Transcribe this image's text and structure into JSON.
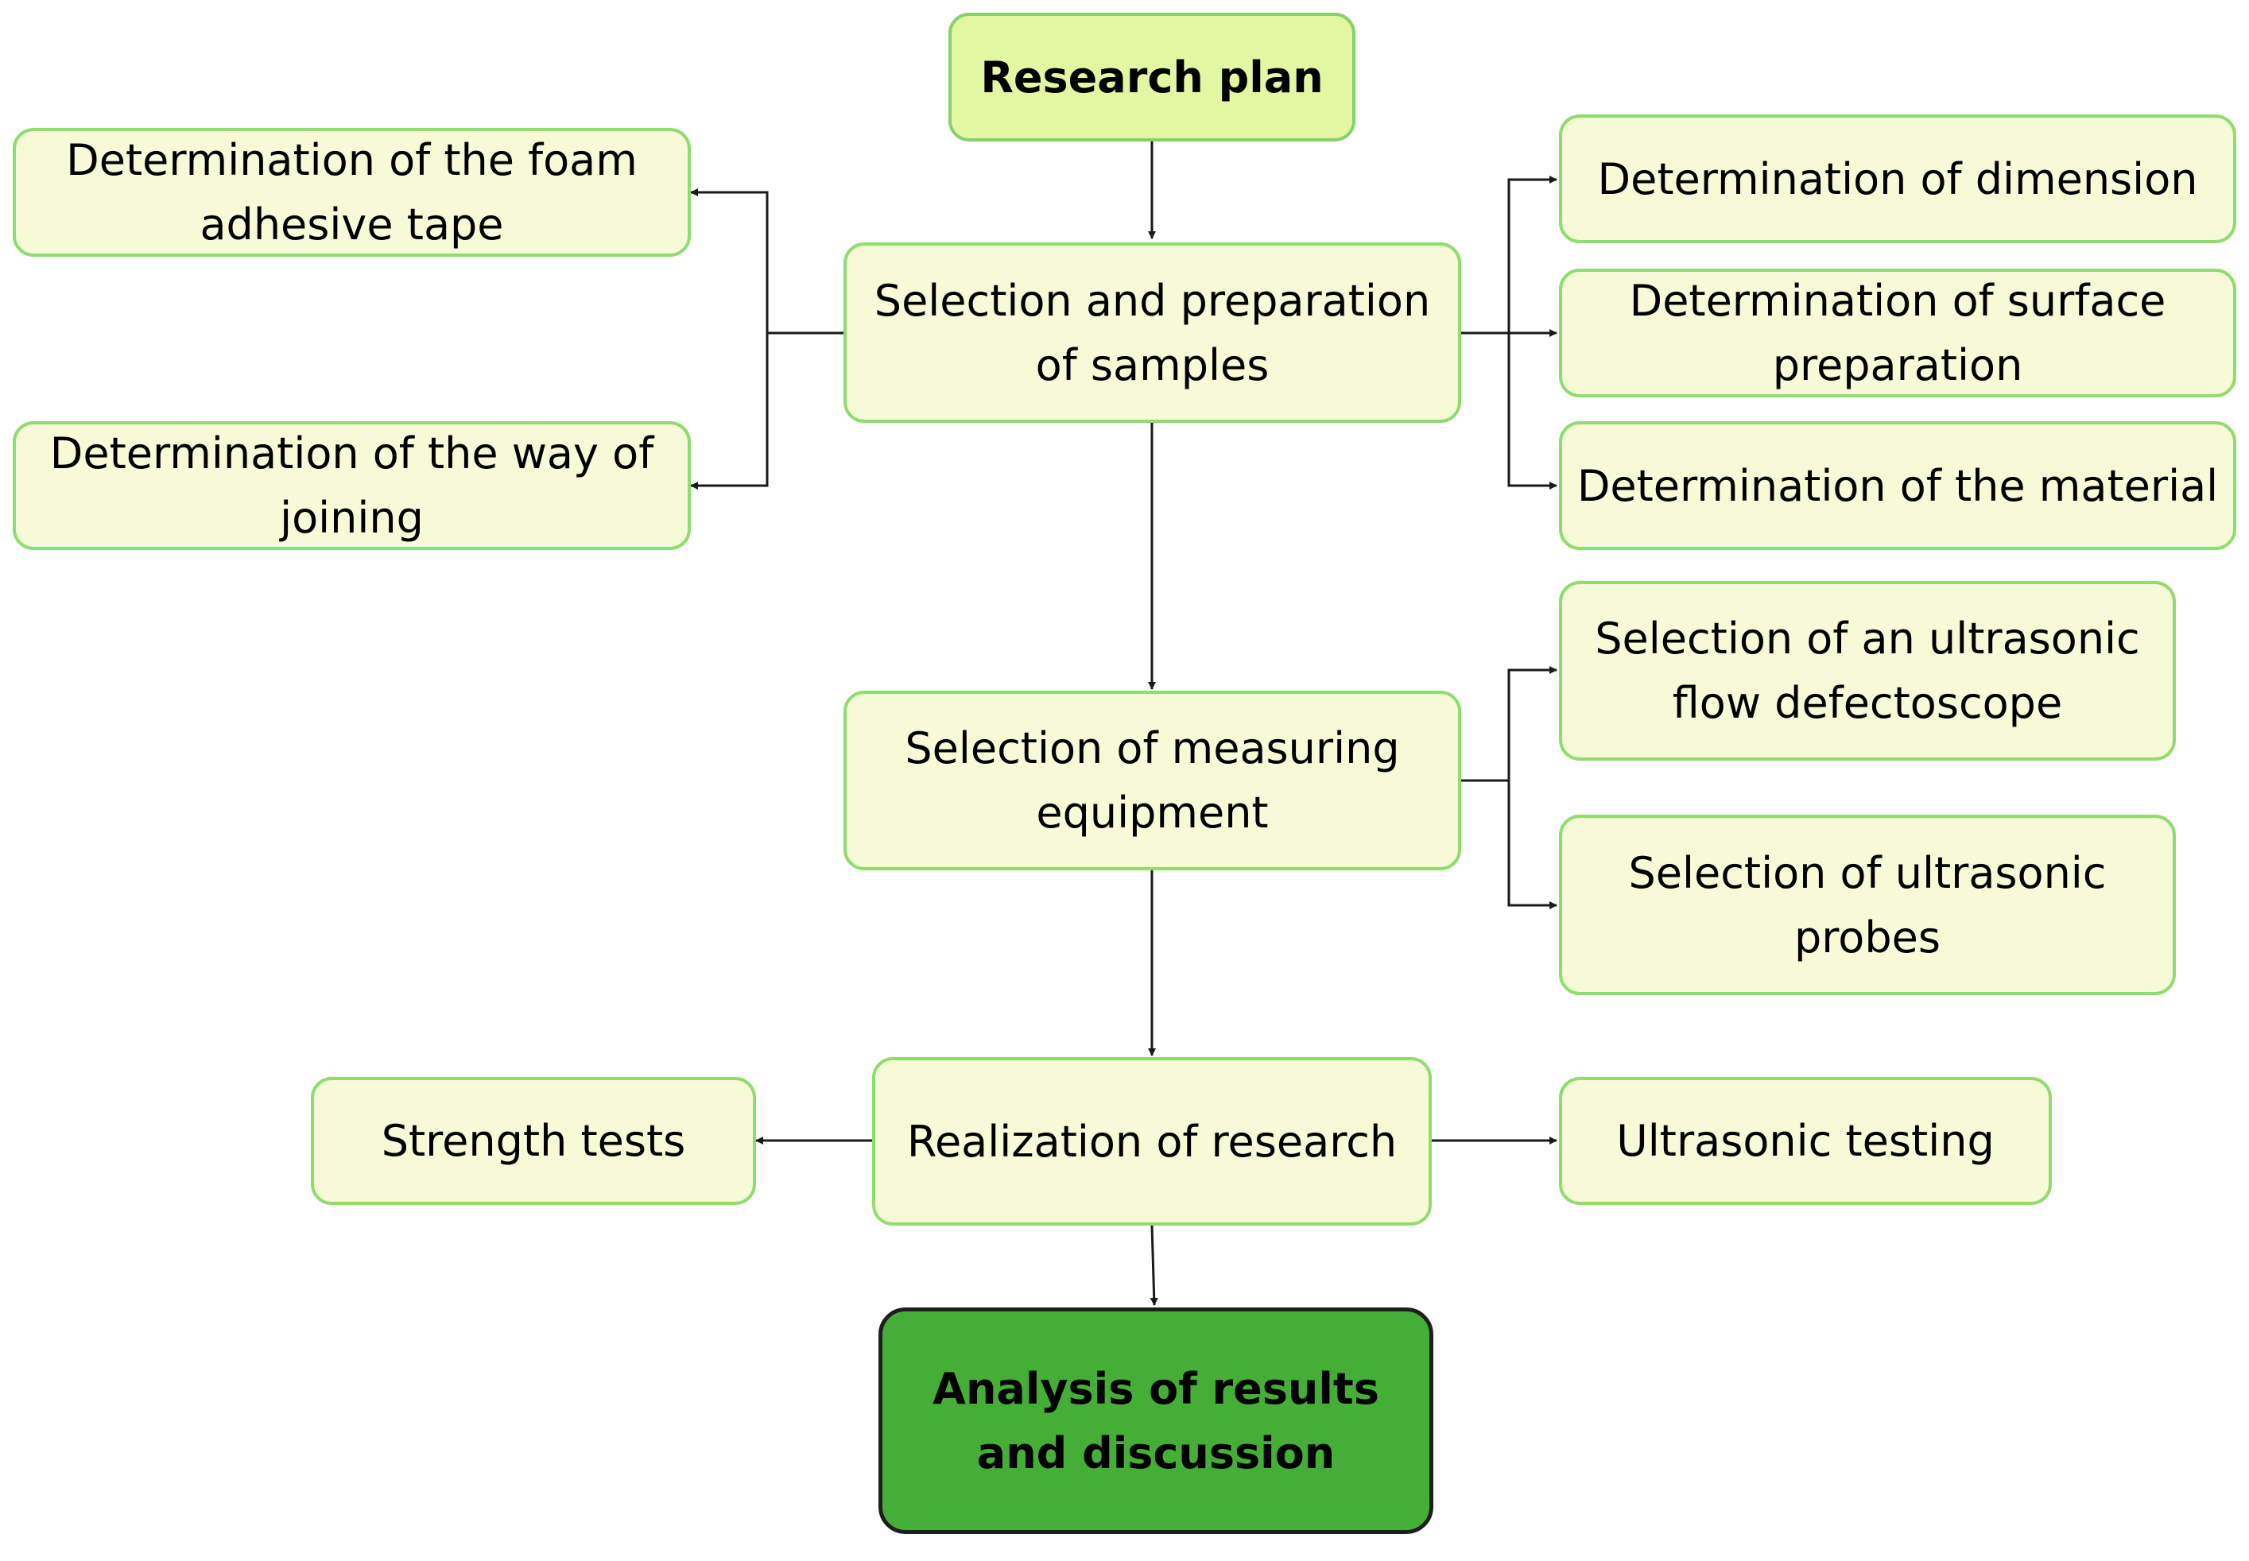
{
  "nodes": {
    "research_plan": "Research plan",
    "selection_preparation": "Selection and preparation of samples",
    "foam_tape": "Determination of the foam adhesive tape",
    "way_of_joining": "Determination of the way of joining",
    "dimension": "Determination of dimension",
    "surface_preparation": "Determination of surface preparation",
    "material": "Determination of the material",
    "measuring_equipment": "Selection of measuring equipment",
    "flow_defectoscope": "Selection of an ultrasonic flow defectoscope",
    "ultrasonic_probes": "Selection of ultrasonic probes",
    "realization": "Realization of research",
    "strength_tests": "Strength tests",
    "ultrasonic_testing": "Ultrasonic testing",
    "analysis": "Analysis of results and discussion"
  },
  "colors": {
    "start_fill": "#e3f7a3",
    "node_fill": "#f6fad6",
    "node_border": "#8fdc6f",
    "end_fill": "#44ae37",
    "connector": "#1a1a1a"
  }
}
